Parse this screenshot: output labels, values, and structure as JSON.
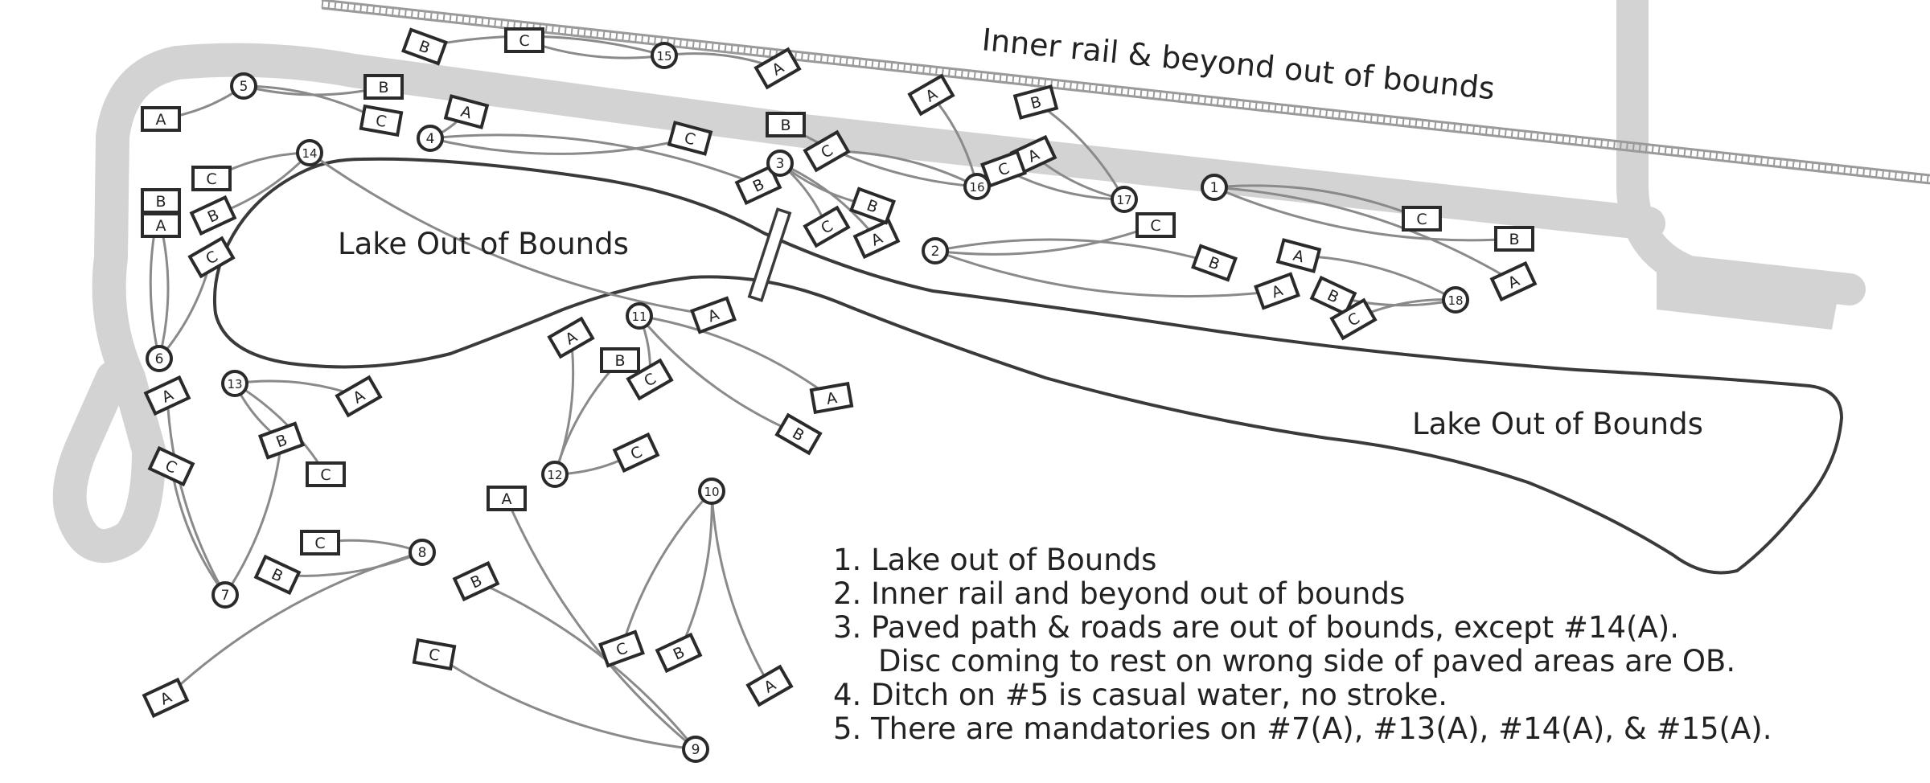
{
  "labels": {
    "rail": "Inner rail & beyond out of bounds",
    "lake_west": "Lake Out of Bounds",
    "lake_east": "Lake Out of Bounds"
  },
  "rules": [
    "1. Lake out of Bounds",
    "2. Inner rail and beyond out of bounds",
    "3. Paved path & roads are out of bounds, except #14(A).",
    "Disc coming to rest on wrong side of paved areas are OB.",
    "4. Ditch on #5 is casual water, no stroke.",
    "5. There are mandatories on #7(A), #13(A), #14(A), & #15(A)."
  ],
  "baskets": [
    "1",
    "2",
    "3",
    "4",
    "5",
    "6",
    "7",
    "8",
    "9",
    "10",
    "11",
    "12",
    "13",
    "14",
    "15",
    "16",
    "17",
    "18"
  ],
  "tee_letters": [
    "A",
    "B",
    "C"
  ],
  "colors": {
    "path": "#d3d3d3",
    "lake": "#3a3a3a",
    "fairway": "#8a8a8a",
    "ink": "#222222",
    "rail": "#9a9a9a"
  }
}
